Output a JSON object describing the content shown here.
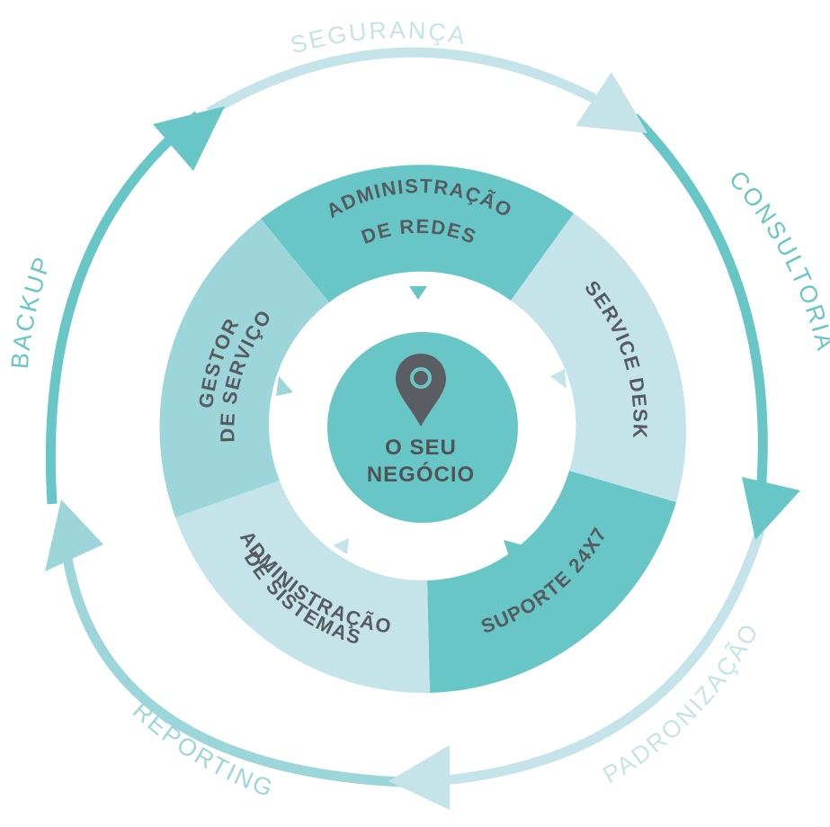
{
  "colors": {
    "teal": "#68c7c6",
    "light": "#c5e4ea",
    "mid": "#9dd6da",
    "pin": "#5a5e62",
    "text_dark": "#555b61"
  },
  "outer_cycle": {
    "labels": {
      "seguranca": "SEGURANÇA",
      "consultoria": "CONSULTORIA",
      "padronizacao": "PADRONIZAÇÃO",
      "reporting": "REPORTING",
      "backup": "BACKUP"
    }
  },
  "services": {
    "administracao_redes": {
      "line1": "ADMINISTRAÇÃO",
      "line2": "DE REDES"
    },
    "service_desk": {
      "line1": "SERVICE DESK"
    },
    "suporte": {
      "line1": "SUPORTE 24X7"
    },
    "administracao_sistemas": {
      "line1": "ADMINISTRAÇÃO",
      "line2": "DE SISTEMAS"
    },
    "gestor_servico": {
      "line1": "GESTOR",
      "line2": "DE SERVIÇO"
    }
  },
  "center": {
    "line1": "O SEU",
    "line2": "NEGÓCIO",
    "icon": "location-pin-icon"
  }
}
